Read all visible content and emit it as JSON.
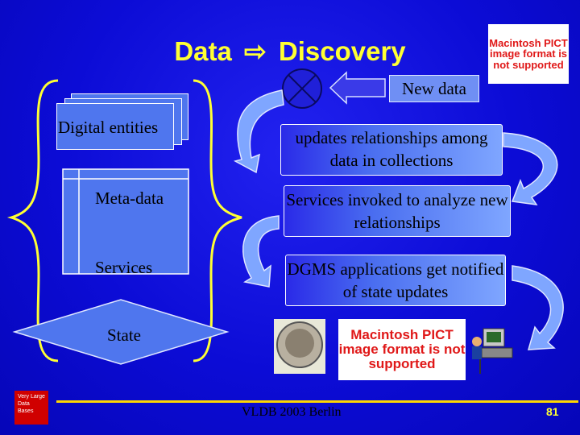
{
  "title": {
    "left": "Data",
    "right": "Discovery"
  },
  "pict_notice": "Macintosh PICT image format is not supported",
  "new_data": "New data",
  "left_panel": {
    "digital_entities": "Digital entities",
    "metadata": "Meta-data",
    "services": "Services",
    "state": "State"
  },
  "steps": [
    "updates relationships among data in collections",
    "Services invoked to analyze new relationships",
    "DGMS applications get notified of state updates"
  ],
  "footer": {
    "text": "VLDB 2003 Berlin",
    "page": "81",
    "logo_text": "Very Large Data Bases"
  },
  "colors": {
    "background": "#0c0cd6",
    "title": "#ffff33",
    "accent": "#ffd700",
    "pict_text": "#e01818"
  }
}
